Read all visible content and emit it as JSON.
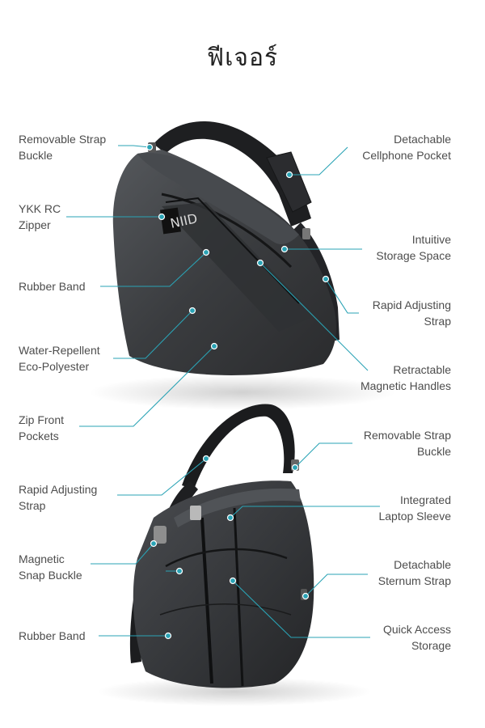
{
  "title": "ฟีเจอร์",
  "bags": {
    "top": {
      "logo": "NIID",
      "labels_left": [
        {
          "text": "Removable Strap\nBuckle"
        },
        {
          "text": "YKK RC\nZipper"
        },
        {
          "text": "Rubber Band"
        },
        {
          "text": "Water-Repellent\nEco-Polyester"
        },
        {
          "text": "Zip Front\nPockets"
        }
      ],
      "labels_right": [
        {
          "text": "Detachable\nCellphone Pocket"
        },
        {
          "text": "Intuitive\nStorage Space"
        },
        {
          "text": "Rapid Adjusting\nStrap"
        },
        {
          "text": "Retractable\nMagnetic Handles"
        }
      ]
    },
    "bottom": {
      "labels_left": [
        {
          "text": "Rapid Adjusting\nStrap"
        },
        {
          "text": "Magnetic\nSnap Buckle"
        },
        {
          "text": "Rubber Band"
        }
      ],
      "labels_right": [
        {
          "text": "Removable Strap\nBuckle"
        },
        {
          "text": "Integrated\nLaptop Sleeve"
        },
        {
          "text": "Detachable\nSternum Strap"
        },
        {
          "text": "Quick Access\nStorage"
        }
      ]
    }
  },
  "colors": {
    "accent": "#2aa3b5",
    "bag": "#3b3d40",
    "strap": "#1e1f21"
  }
}
